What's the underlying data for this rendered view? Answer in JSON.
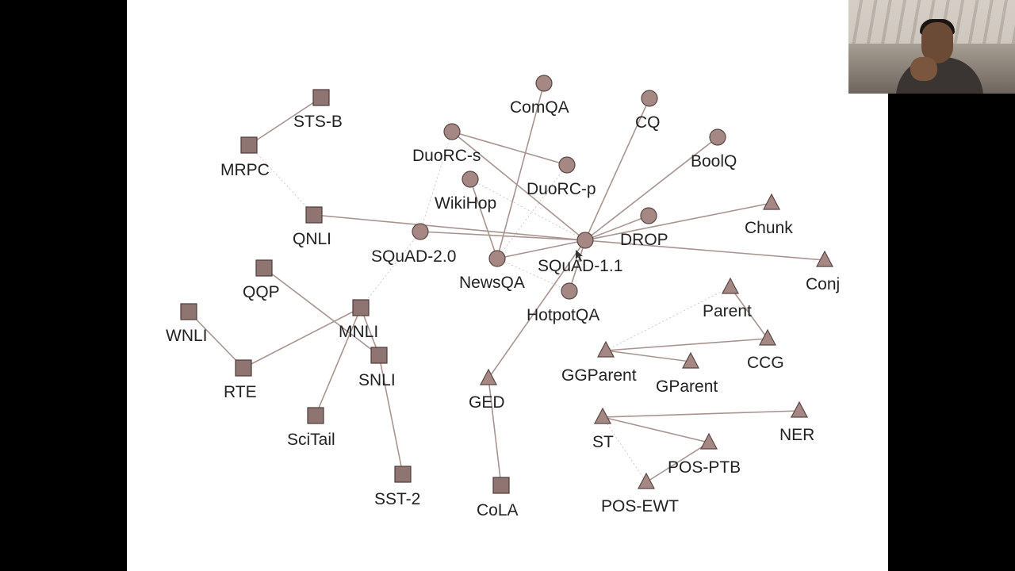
{
  "diagram": {
    "nodes": [
      {
        "id": "STS-B",
        "label": "STS-B",
        "shape": "square"
      },
      {
        "id": "MRPC",
        "label": "MRPC",
        "shape": "square"
      },
      {
        "id": "QNLI",
        "label": "QNLI",
        "shape": "square"
      },
      {
        "id": "QQP",
        "label": "QQP",
        "shape": "square"
      },
      {
        "id": "WNLI",
        "label": "WNLI",
        "shape": "square"
      },
      {
        "id": "MNLI",
        "label": "MNLI",
        "shape": "square"
      },
      {
        "id": "RTE",
        "label": "RTE",
        "shape": "square"
      },
      {
        "id": "SNLI",
        "label": "SNLI",
        "shape": "square"
      },
      {
        "id": "SciTail",
        "label": "SciTail",
        "shape": "square"
      },
      {
        "id": "SST-2",
        "label": "SST-2",
        "shape": "square"
      },
      {
        "id": "CoLA",
        "label": "CoLA",
        "shape": "square"
      },
      {
        "id": "ComQA",
        "label": "ComQA",
        "shape": "circle"
      },
      {
        "id": "CQ",
        "label": "CQ",
        "shape": "circle"
      },
      {
        "id": "DuoRC-s",
        "label": "DuoRC-s",
        "shape": "circle"
      },
      {
        "id": "DuoRC-p",
        "label": "DuoRC-p",
        "shape": "circle"
      },
      {
        "id": "BoolQ",
        "label": "BoolQ",
        "shape": "circle"
      },
      {
        "id": "WikiHop",
        "label": "WikiHop",
        "shape": "circle"
      },
      {
        "id": "DROP",
        "label": "DROP",
        "shape": "circle"
      },
      {
        "id": "SQuAD-2.0",
        "label": "SQuAD-2.0",
        "shape": "circle"
      },
      {
        "id": "SQuAD-1.1",
        "label": "SQuAD-1.1",
        "shape": "circle"
      },
      {
        "id": "NewsQA",
        "label": "NewsQA",
        "shape": "circle"
      },
      {
        "id": "HotpotQA",
        "label": "HotpotQA",
        "shape": "circle"
      },
      {
        "id": "Chunk",
        "label": "Chunk",
        "shape": "triangle"
      },
      {
        "id": "Conj",
        "label": "Conj",
        "shape": "triangle"
      },
      {
        "id": "Parent",
        "label": "Parent",
        "shape": "triangle"
      },
      {
        "id": "CCG",
        "label": "CCG",
        "shape": "triangle"
      },
      {
        "id": "GGParent",
        "label": "GGParent",
        "shape": "triangle"
      },
      {
        "id": "GParent",
        "label": "GParent",
        "shape": "triangle"
      },
      {
        "id": "GED",
        "label": "GED",
        "shape": "triangle"
      },
      {
        "id": "ST",
        "label": "ST",
        "shape": "triangle"
      },
      {
        "id": "NER",
        "label": "NER",
        "shape": "triangle"
      },
      {
        "id": "POS-PTB",
        "label": "POS-PTB",
        "shape": "triangle"
      },
      {
        "id": "POS-EWT",
        "label": "POS-EWT",
        "shape": "triangle"
      }
    ],
    "edges": [
      [
        "STS-B",
        "MRPC"
      ],
      [
        "QNLI",
        "SQuAD-1.1"
      ],
      [
        "SQuAD-2.0",
        "SQuAD-1.1"
      ],
      [
        "NewsQA",
        "SQuAD-1.1"
      ],
      [
        "DuoRC-s",
        "DuoRC-p"
      ],
      [
        "DuoRC-s",
        "SQuAD-1.1"
      ],
      [
        "WikiHop",
        "NewsQA"
      ],
      [
        "ComQA",
        "NewsQA"
      ],
      [
        "CQ",
        "SQuAD-1.1"
      ],
      [
        "BoolQ",
        "SQuAD-1.1"
      ],
      [
        "DROP",
        "SQuAD-1.1"
      ],
      [
        "Chunk",
        "SQuAD-1.1"
      ],
      [
        "Conj",
        "SQuAD-1.1"
      ],
      [
        "HotpotQA",
        "SQuAD-1.1"
      ],
      [
        "GED",
        "SQuAD-1.1"
      ],
      [
        "GED",
        "CoLA"
      ],
      [
        "QQP",
        "SNLI"
      ],
      [
        "WNLI",
        "RTE"
      ],
      [
        "RTE",
        "MNLI"
      ],
      [
        "MNLI",
        "SciTail"
      ],
      [
        "MNLI",
        "SNLI"
      ],
      [
        "SNLI",
        "SST-2"
      ],
      [
        "Parent",
        "CCG"
      ],
      [
        "GGParent",
        "CCG"
      ],
      [
        "GGParent",
        "GParent"
      ],
      [
        "ST",
        "NER"
      ],
      [
        "ST",
        "POS-PTB"
      ],
      [
        "POS-PTB",
        "POS-EWT"
      ]
    ],
    "faint_edges": [
      [
        "MRPC",
        "QNLI"
      ],
      [
        "MNLI",
        "SQuAD-2.0"
      ],
      [
        "SQuAD-2.0",
        "DuoRC-s"
      ],
      [
        "NewsQA",
        "DuoRC-p"
      ],
      [
        "GGParent",
        "Parent"
      ],
      [
        "ST",
        "POS-EWT"
      ],
      [
        "SQuAD-1.1",
        "WikiHop"
      ],
      [
        "NewsQA",
        "HotpotQA"
      ]
    ]
  }
}
